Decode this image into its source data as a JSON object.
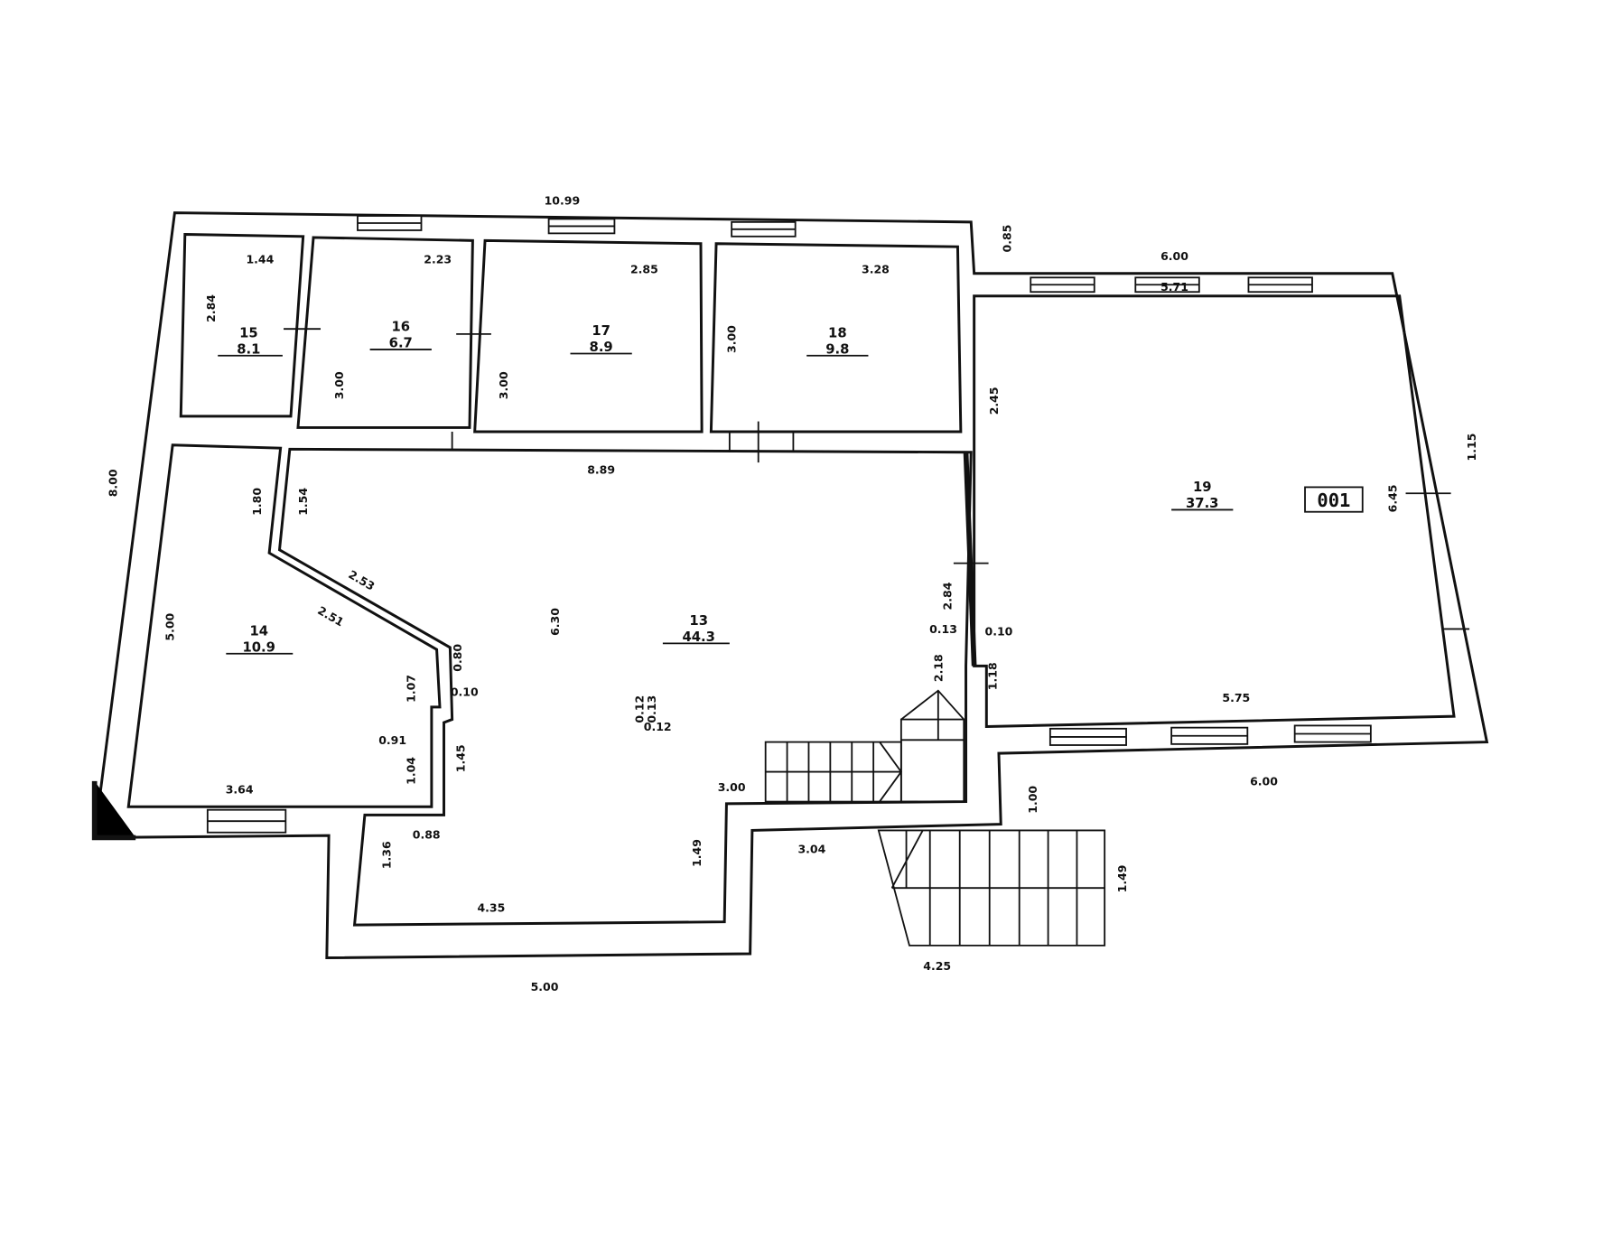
{
  "plan": {
    "rooms": [
      {
        "number": "15",
        "area": "8.1"
      },
      {
        "number": "16",
        "area": "6.7"
      },
      {
        "number": "17",
        "area": "8.9"
      },
      {
        "number": "18",
        "area": "9.8"
      },
      {
        "number": "19",
        "area": "37.3"
      },
      {
        "number": "14",
        "area": "10.9"
      },
      {
        "number": "13",
        "area": "44.3"
      }
    ],
    "stamp": "001",
    "dims": {
      "top_total": "10.99",
      "r15_w": "1.44",
      "r16_w": "2.23",
      "r17_w": "2.85",
      "r18_w": "3.28",
      "r15_h": "2.84",
      "r16_h": "3.00",
      "r17_h": "3.00",
      "r18_h": "3.00",
      "step_085": "0.85",
      "r19_top_out": "6.00",
      "r19_top_in": "5.71",
      "r19_left": "2.45",
      "hall_top": "8.89",
      "left_total": "8.00",
      "d180": "1.80",
      "d154": "1.54",
      "d253": "2.53",
      "d251": "2.51",
      "r14_h": "5.00",
      "r13_h": "6.30",
      "d080": "0.80",
      "d107": "1.07",
      "d010a": "0.10",
      "d091": "0.91",
      "d104": "1.04",
      "d145": "1.45",
      "r14_w": "3.64",
      "c012a": "0.12",
      "c013": "0.13",
      "c012b": "0.12",
      "d284": "2.84",
      "d013": "0.13",
      "d010b": "0.10",
      "d218": "2.18",
      "d118": "1.18",
      "d300": "3.00",
      "d149a": "1.49",
      "d304": "3.04",
      "d136": "1.36",
      "d088": "0.88",
      "d435": "4.35",
      "bottom_total": "5.00",
      "stair_w": "4.25",
      "d100": "1.00",
      "d149b": "1.49",
      "r19_w_in": "5.75",
      "r19_w_out": "6.00",
      "r19_right_out": "1.15",
      "r19_right_in": "6.45"
    }
  }
}
